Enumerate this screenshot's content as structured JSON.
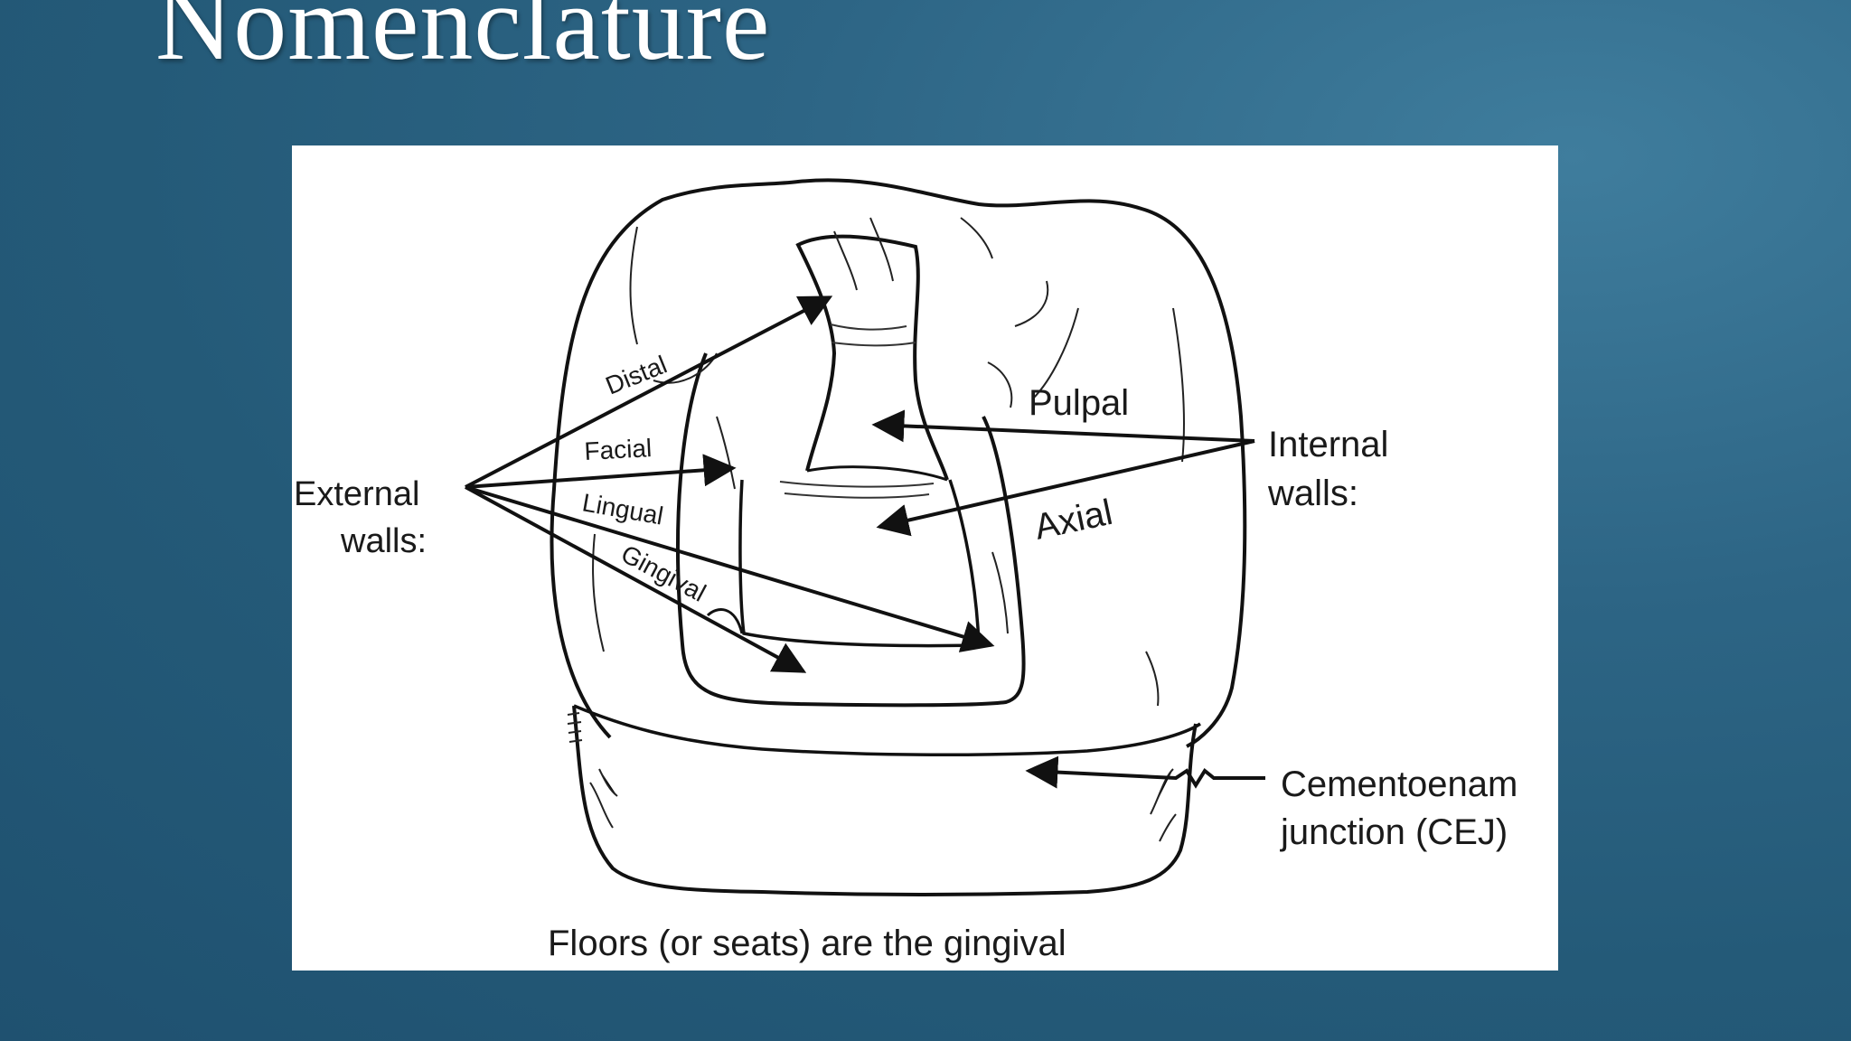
{
  "slide": {
    "title": "Nomenclature"
  },
  "diagram": {
    "external_group_label": [
      "External",
      "walls:"
    ],
    "external_walls": [
      "Distal",
      "Facial",
      "Lingual",
      "Gingival"
    ],
    "internal_group_label": [
      "Internal",
      "walls:"
    ],
    "internal_walls": [
      "Pulpal",
      "Axial"
    ],
    "cej_label": [
      "Cementoenam",
      "junction (CEJ)"
    ],
    "caption": "Floors (or seats) are the gingival"
  }
}
